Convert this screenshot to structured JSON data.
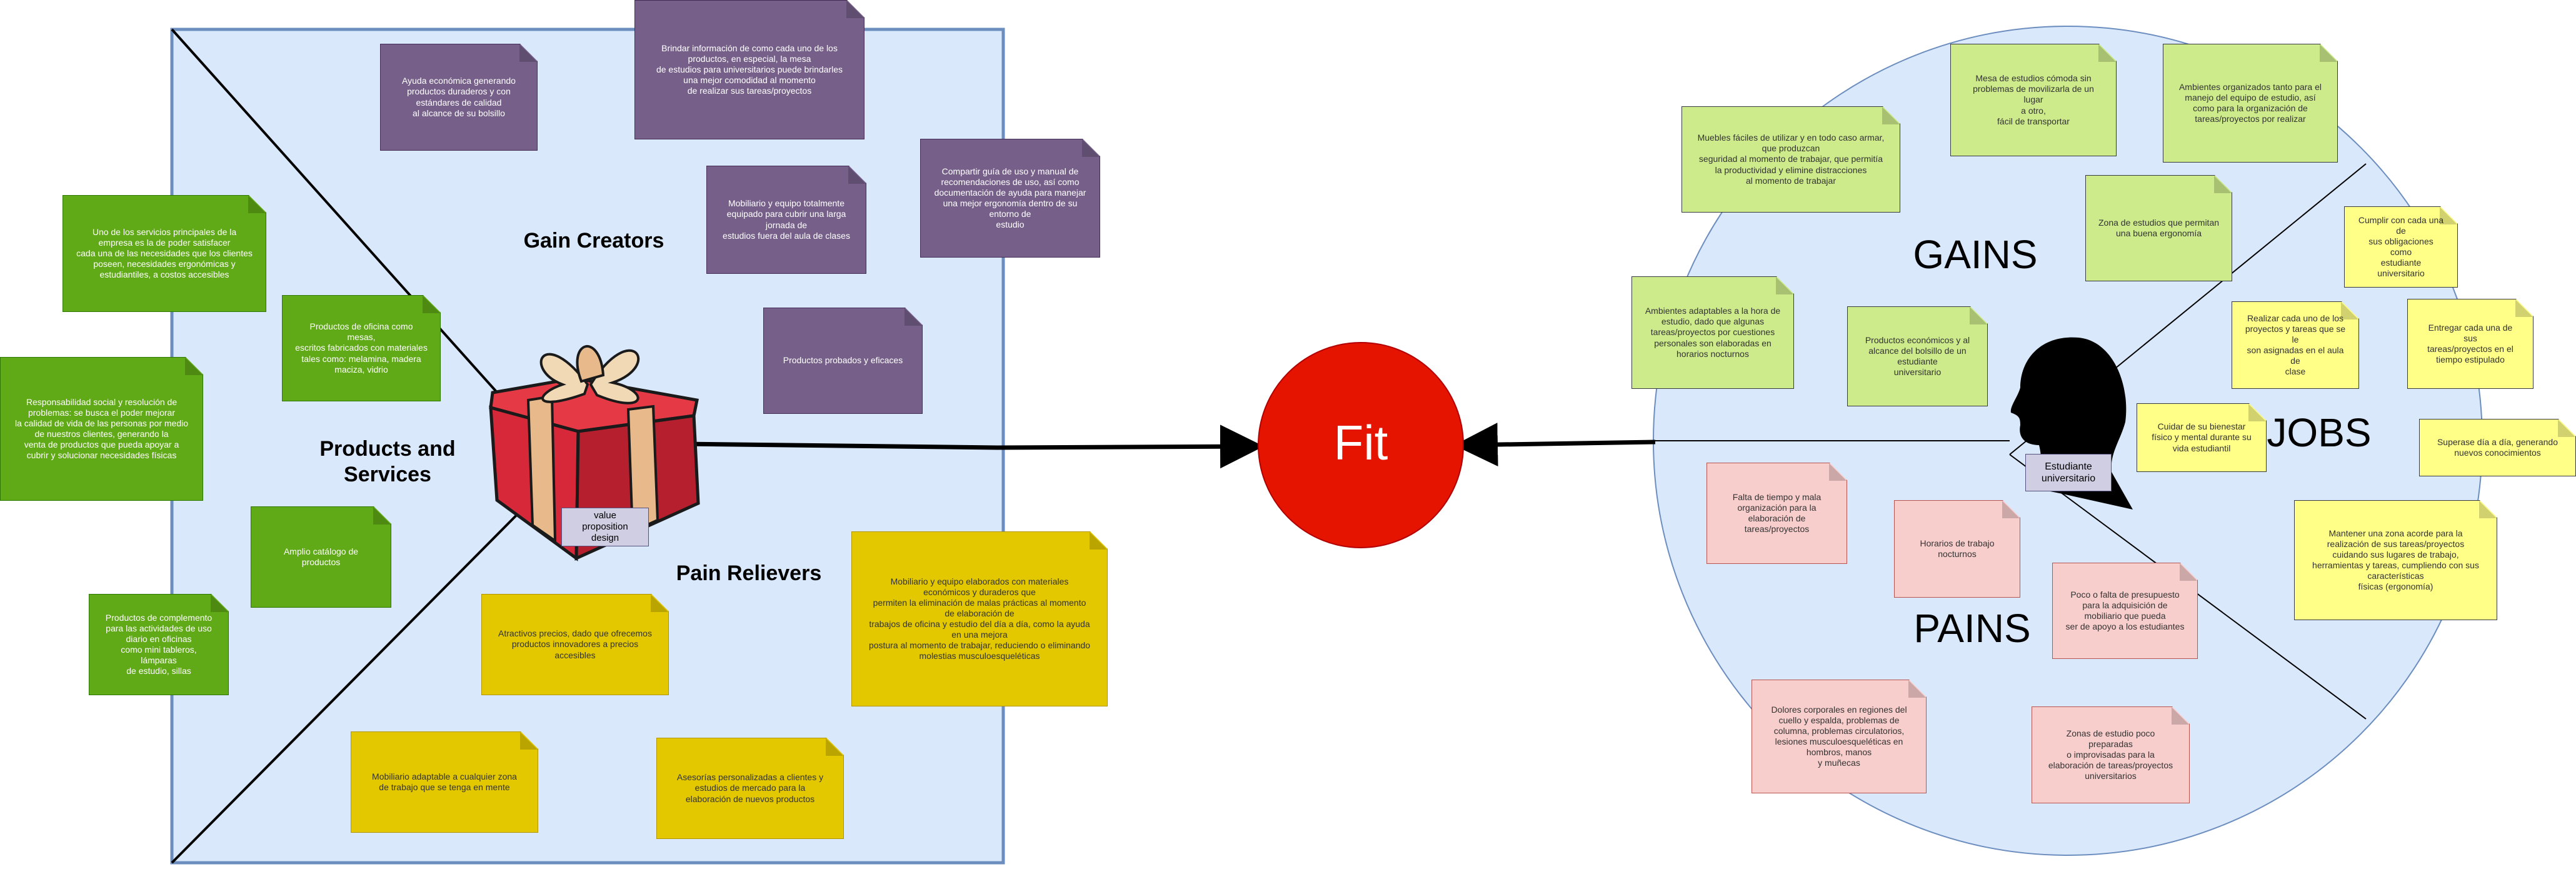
{
  "product_map": {
    "gain_creators_title": "Gain Creators",
    "products_services_title": "Products and\nServices",
    "pain_relievers_title": "Pain Relievers",
    "value_proposition_tag": "value\nproposition\ndesign",
    "gain_creators": [
      "Ayuda económica generando\nproductos duraderos y con\nestándares de calidad\nal alcance de su bolsillo",
      "Brindar información de como cada uno de los\nproductos, en especial, la mesa\nde estudios para universitarios puede brindarles\nuna mejor comodidad al momento\nde realizar sus tareas/proyectos",
      "Mobiliario y equipo totalmente\nequipado para cubrir una larga\njornada de\nestudios fuera del aula de clases",
      "Compartir guía de uso y manual de\nrecomendaciones de uso, así como\ndocumentación de ayuda para manejar\nuna mejor ergonomía dentro de su\nentorno de\nestudio",
      "Productos probados y eficaces"
    ],
    "products_services": [
      "Uno de los servicios principales de la\nempresa es la de poder satisfacer\ncada una de las necesidades que los clientes\nposeen, necesidades ergonómicas y\nestudiantiles, a costos accesibles",
      "Productos de oficina como mesas,\nescritos fabricados con materiales\ntales como: melamina, madera\nmaciza, vidrio",
      "Responsabilidad social y resolución de\nproblemas: se busca el poder mejorar\nla calidad de vida de las personas por medio\nde nuestros clientes, generando la\nventa de productos que pueda apoyar a\ncubrir y solucionar necesidades físicas",
      "Amplio catálogo de productos",
      "Productos de complemento\npara las actividades de uso\ndiario en oficinas\ncomo mini tableros, lámparas\nde estudio, sillas"
    ],
    "pain_relievers": [
      "Mobiliario y equipo elaborados con materiales\neconómicos y duraderos que\npermiten la eliminación de malas prácticas al momento\nde elaboración de\ntrabajos de oficina y estudio del día a día, como la ayuda\nen una mejora\npostura al momento de trabajar, reduciendo o eliminando\nmolestias musculoesqueléticas",
      "Atractivos precios, dado que ofrecemos\nproductos innovadores a precios\naccesibles",
      "Mobiliario adaptable a cualquier zona\nde trabajo que se tenga en mente",
      "Asesorías personalizadas a clientes y\nestudios de mercado para la\nelaboración de nuevos productos"
    ]
  },
  "fit": {
    "label": "Fit"
  },
  "customer_profile": {
    "gains_title": "GAINS",
    "jobs_title": "JOBS",
    "pains_title": "PAINS",
    "customer_tag": "Estudiante\nuniversitario",
    "gains": [
      "Mesa de estudios cómoda sin\nproblemas de movilizarla de un lugar\na otro,\nfácil de transportar",
      "Ambientes organizados tanto para el\nmanejo del equipo de estudio, así\ncomo para la organización de\ntareas/proyectos por realizar",
      "Muebles fáciles de utilizar y en todo caso armar,\nque produzcan\nseguridad al momento de trabajar, que permitía\nla productividad y elimine distracciones\nal momento de trabajar",
      "Zona de estudios que permitan\nuna buena ergonomía",
      "Ambientes adaptables a la hora de\nestudio, dado que algunas\ntareas/proyectos por cuestiones\npersonales son elaboradas en\nhorarios nocturnos",
      "Productos económicos y al\nalcance del bolsillo de un\nestudiante\nuniversitario"
    ],
    "jobs": [
      "Cumplir con cada una de\nsus obligaciones como\nestudiante universitario",
      "Realizar cada uno de los\nproyectos y tareas que se le\nson asignadas en el aula de\nclase",
      "Entregar cada una de sus\ntareas/proyectos en el\ntiempo estipulado",
      "Cuidar de su bienestar\nfísico y mental durante su\nvida estudiantil",
      "Superase día a día, generando\nnuevos conocimientos",
      "Mantener una zona acorde para la\nrealización de sus tareas/proyectos\ncuidando sus lugares de trabajo,\nherramientas y tareas, cumpliendo con sus\ncaracterísticas\nfísicas (ergonomía)"
    ],
    "pains": [
      "Falta de tiempo y mala\norganización para la\nelaboración de\ntareas/proyectos",
      "Horarios de trabajo\nnocturnos",
      "Poco o falta de presupuesto\npara la adquisición de\nmobiliario que pueda\nser de apoyo a los estudiantes",
      "Dolores corporales en regiones del\ncuello y espalda, problemas de\ncolumna, problemas circulatorios,\nlesiones musculoesqueléticas en\nhombros, manos\ny muñecas",
      "Zonas de estudio poco preparadas\no improvisadas para la\nelaboración de tareas/proyectos\nuniversitarios"
    ]
  },
  "colors": {
    "panel_fill": "#dae8fc",
    "panel_border": "#6c8ebf",
    "fit_circle": "#e51400",
    "gain_creators": "#76608a",
    "products_services": "#60a917",
    "pain_relievers": "#e3c800",
    "gains": "#cdeb8b",
    "jobs": "#ffff88",
    "pains": "#f8cecc"
  },
  "icons": [
    "gift-icon",
    "head-silhouette-icon",
    "arrow-right-icon",
    "arrow-left-icon"
  ]
}
